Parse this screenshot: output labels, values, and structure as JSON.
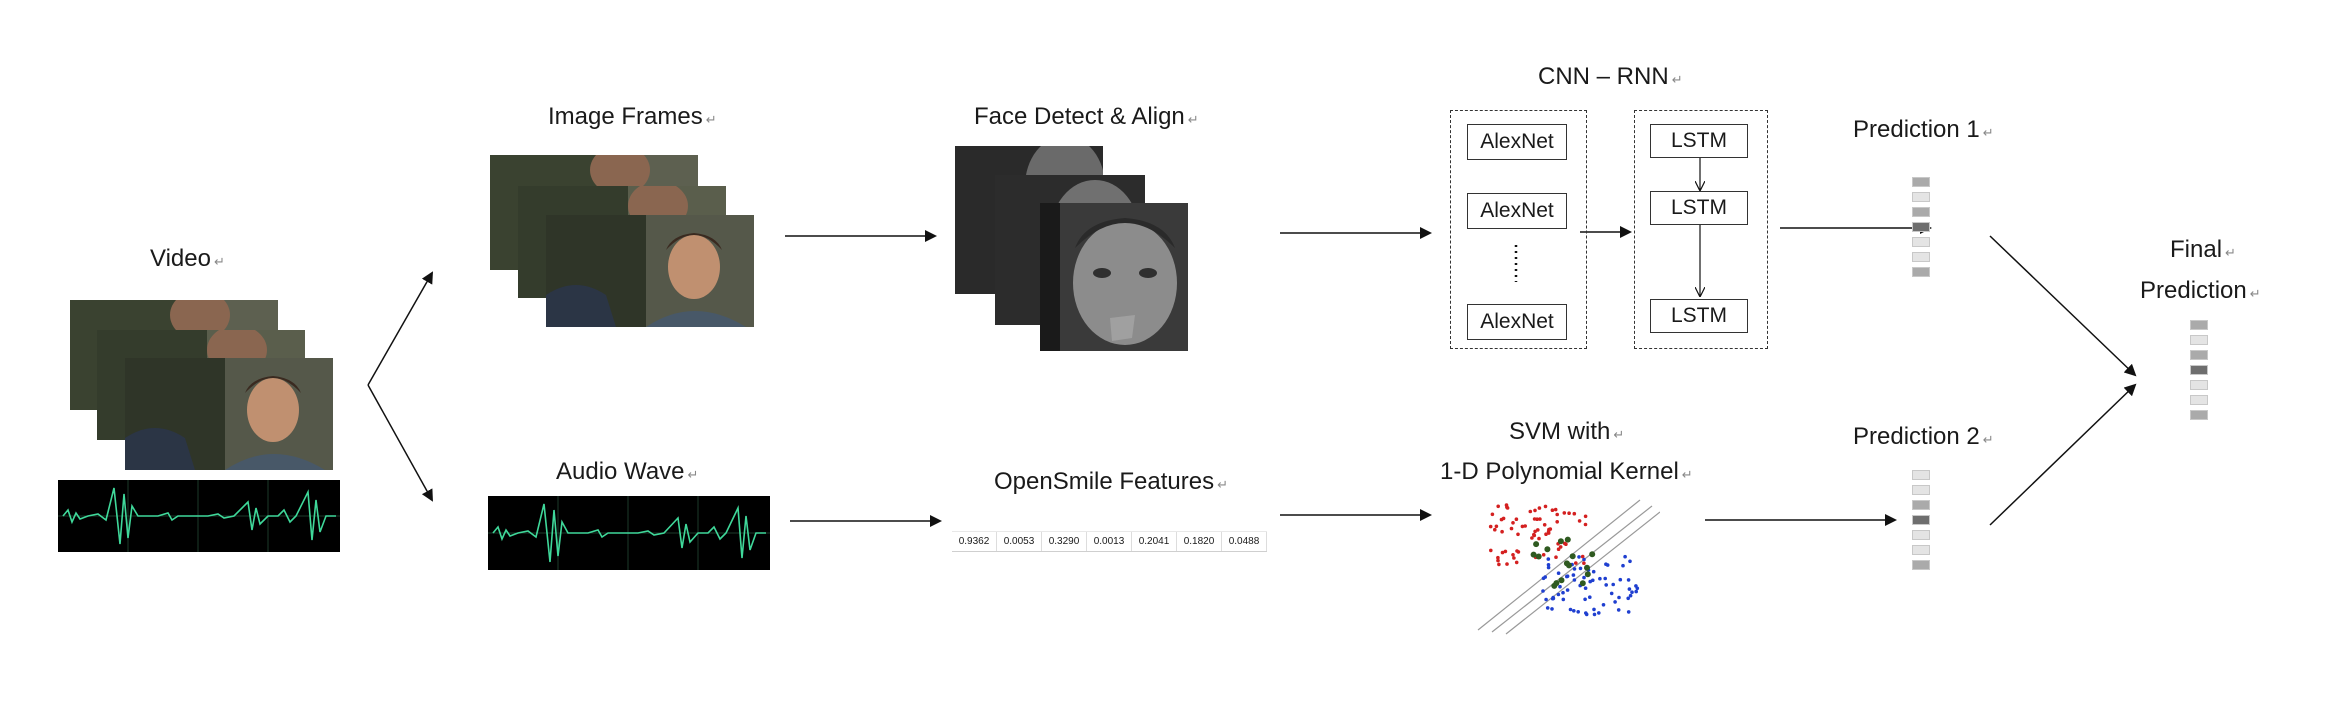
{
  "labels": {
    "video": "Video",
    "image_frames": "Image Frames",
    "face_detect": "Face Detect & Align",
    "cnn_rnn": "CNN – RNN",
    "prediction1": "Prediction 1",
    "prediction2": "Prediction 2",
    "final_line1": "Final",
    "final_line2": "Prediction",
    "audio_wave": "Audio Wave",
    "opensmile": "OpenSmile Features",
    "svm_line1": "SVM with",
    "svm_line2": "1-D Polynomial Kernel",
    "return_mark": "↵"
  },
  "alexnet_labels": [
    "AlexNet",
    "AlexNet",
    "AlexNet"
  ],
  "lstm_labels": [
    "LSTM",
    "LSTM",
    "LSTM"
  ],
  "features": [
    "0.9362",
    "0.0053",
    "0.3290",
    "0.0013",
    "0.2041",
    "0.1820",
    "0.0488"
  ],
  "colors": {
    "wave": "#3fd89a",
    "svm_red": "#d42020",
    "svm_blue": "#1f3fd0",
    "svm_green": "#2f5a20",
    "bar_dark": "#6e6e6e",
    "bar_mid": "#aaaaaa",
    "bar_light": "#e4e4e4"
  },
  "prediction1_shades": [
    "mid",
    "light",
    "mid",
    "dark",
    "light",
    "light",
    "mid"
  ],
  "prediction2_shades": [
    "light",
    "light",
    "mid",
    "dark",
    "light",
    "light",
    "mid"
  ],
  "final_shades": [
    "mid",
    "light",
    "mid",
    "dark",
    "light",
    "light",
    "mid"
  ]
}
